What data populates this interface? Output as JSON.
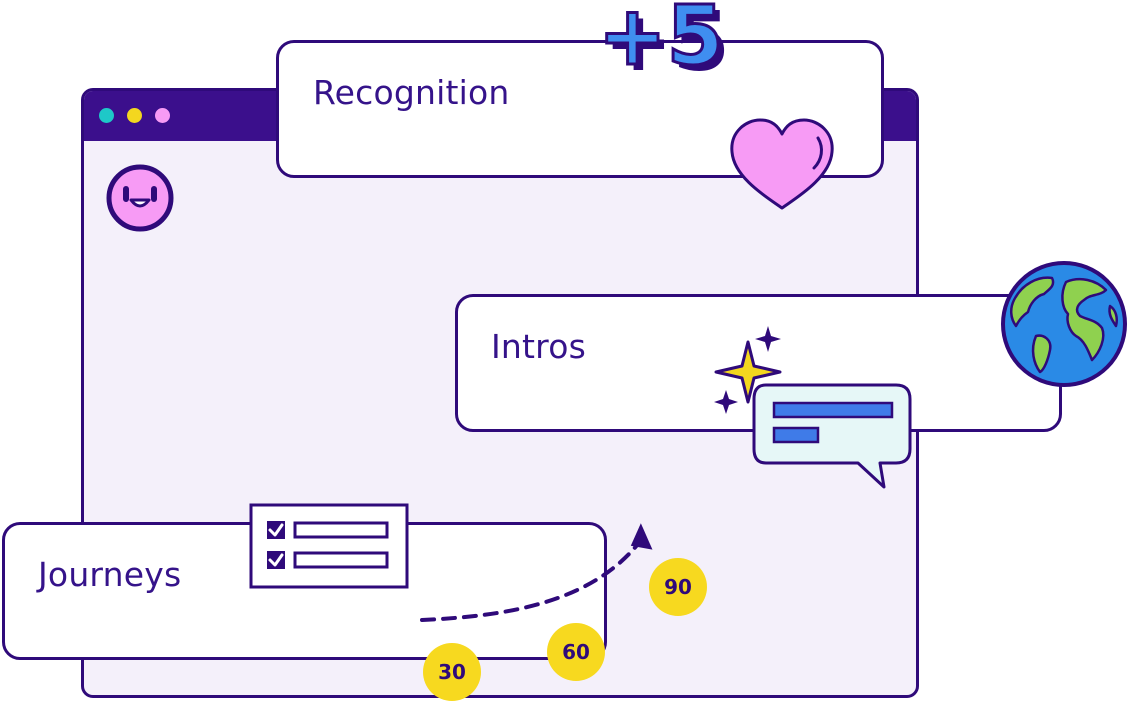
{
  "cards": {
    "recognition": {
      "label": "Recognition"
    },
    "intros": {
      "label": "Intros"
    },
    "journeys": {
      "label": "Journeys"
    }
  },
  "bonus": {
    "text": "+5"
  },
  "badges": [
    {
      "value": "30"
    },
    {
      "value": "60"
    },
    {
      "value": "90"
    }
  ],
  "colors": {
    "outline": "#2f0a7a",
    "window_bar": "#3b0f8c",
    "window_bg": "#f4f0fa",
    "dot_teal": "#1ec8c8",
    "dot_yellow": "#f3d71f",
    "dot_pink": "#f79bf5",
    "heart_pink": "#f79bf5",
    "badge_yellow": "#f7d91f",
    "chat_bg": "#e6f7f7",
    "chat_lines": "#3f7be8",
    "globe_ocean": "#2a8ae6",
    "globe_land": "#8fd14f",
    "plus_blue": "#3f8ef0"
  },
  "icons": [
    "smiley-icon",
    "heart-icon",
    "globe-icon",
    "sparkle-icon",
    "chat-bubble-icon",
    "checklist-icon",
    "dashed-arrow-icon"
  ]
}
